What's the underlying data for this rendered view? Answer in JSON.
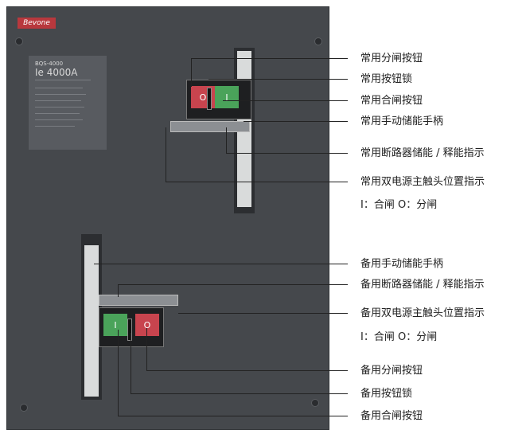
{
  "brand": "Bevone",
  "nameplate": {
    "model": "BQS-4000",
    "rating": "Ie 4000A"
  },
  "panel": {
    "main_open_symbol": "O",
    "main_close_symbol": "I",
    "backup_open_symbol": "O",
    "backup_close_symbol": "I"
  },
  "labels": {
    "main_open_button": "常用分闸按钮",
    "main_button_lock": "常用按钮锁",
    "main_close_button": "常用合闸按钮",
    "main_manual_handle": "常用手动储能手柄",
    "main_breaker_indicator": "常用断路器储能 / 释能指示",
    "main_contact_indicator": "常用双电源主触头位置指示",
    "main_legend": "I：合闸 O：分闸",
    "backup_manual_handle": "备用手动储能手柄",
    "backup_breaker_indicator": "备用断路器储能 / 释能指示",
    "backup_contact_indicator": "备用双电源主触头位置指示",
    "backup_legend": "I：合闸 O：分闸",
    "backup_open_button": "备用分闸按钮",
    "backup_button_lock": "备用按钮锁",
    "backup_close_button": "备用合闸按钮"
  }
}
